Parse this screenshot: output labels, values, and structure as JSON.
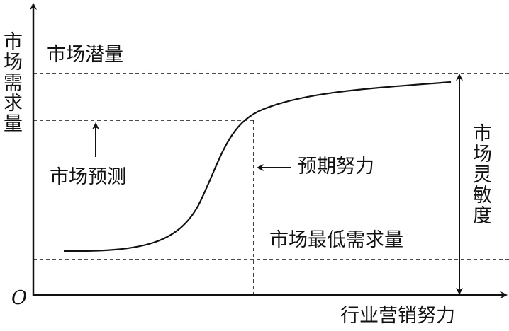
{
  "labels": {
    "y_axis": "市场需求量",
    "x_axis": "行业营销努力",
    "origin": "O",
    "market_potential": "市场潜量",
    "market_forecast": "市场预测",
    "expected_effort": "预期努力",
    "market_minimum": "市场最低需求量",
    "market_sensitivity": "市场灵敏度"
  },
  "colors": {
    "line": "#111111"
  }
}
